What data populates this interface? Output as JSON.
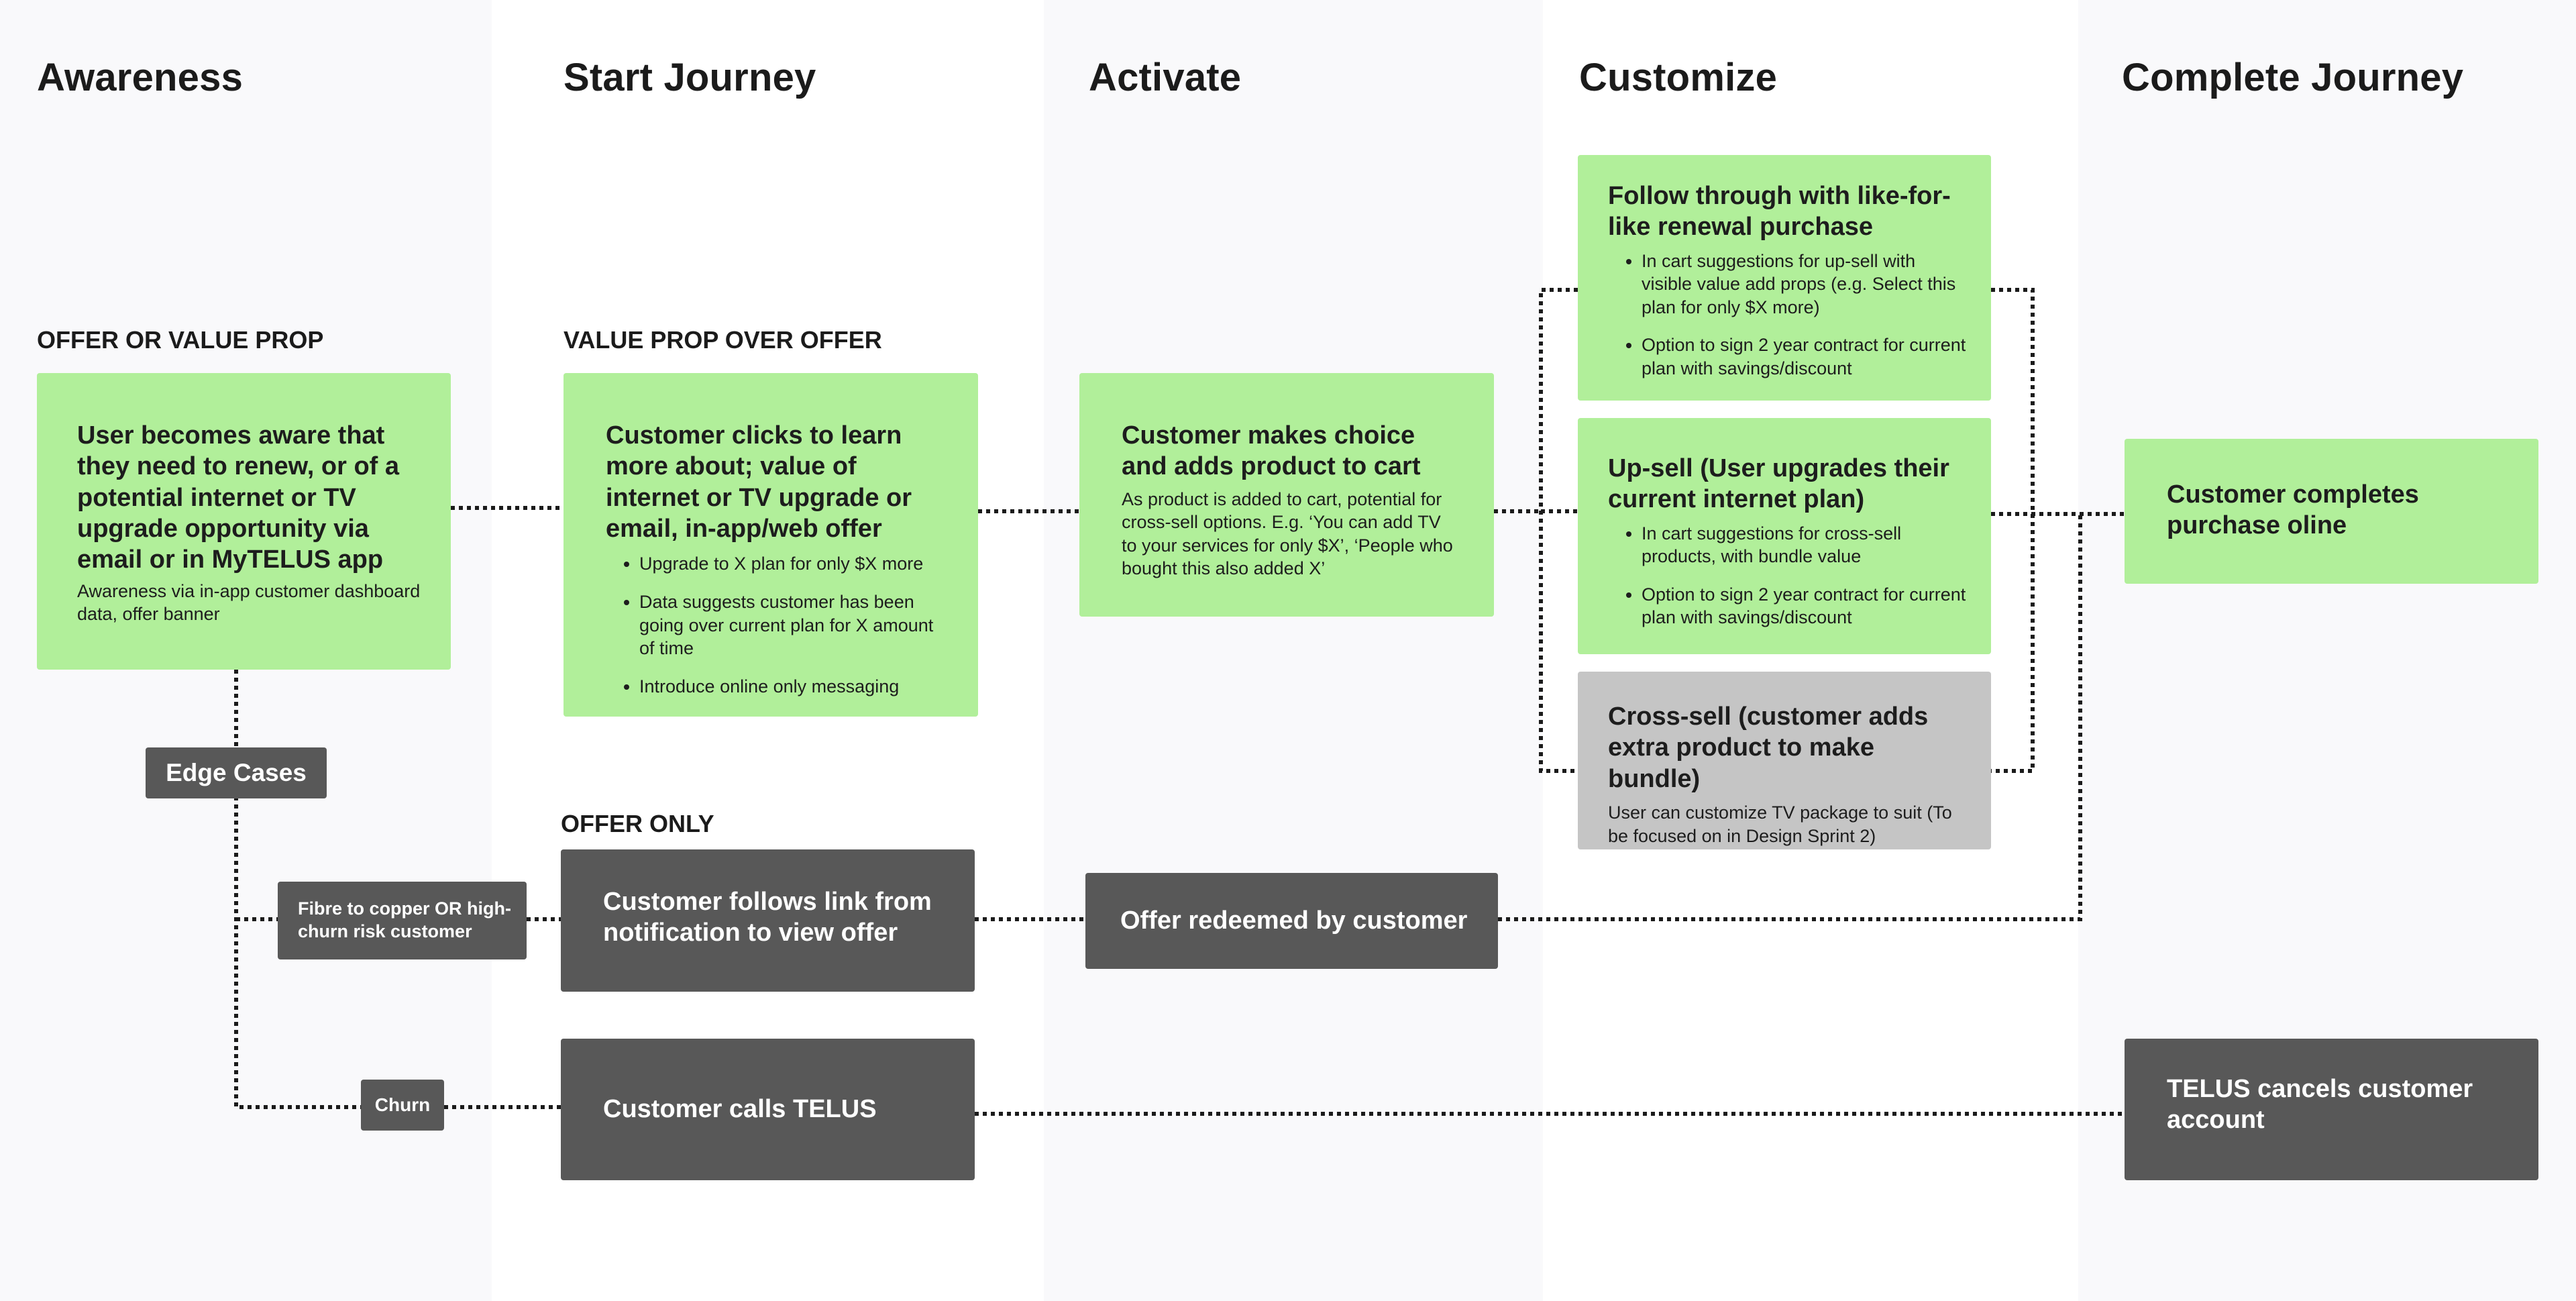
{
  "columns": [
    {
      "title": "Awareness"
    },
    {
      "title": "Start Journey"
    },
    {
      "title": "Activate"
    },
    {
      "title": "Customize"
    },
    {
      "title": "Complete Journey"
    }
  ],
  "labels": {
    "offer_or_value_prop": "OFFER OR VALUE PROP",
    "value_prop_over_offer": "VALUE PROP OVER OFFER",
    "offer_only": "OFFER ONLY"
  },
  "cards": {
    "awareness": {
      "title_parts": [
        "User becomes aware that they need to renew, ",
        "or",
        " of a potential internet or TV upgrade opportunity via email ",
        "or",
        " in MyTELUS app"
      ],
      "body": "Awareness via in-app customer dashboard data, offer banner"
    },
    "start_journey": {
      "title_parts": [
        "Customer clicks to learn more about; value of internet or TV upgrade ",
        "or",
        " email, in-app/web offer"
      ],
      "bullets": [
        "Upgrade to X plan for only $X more",
        "Data suggests customer has been going over current plan for X amount of time",
        "Introduce online only messaging"
      ]
    },
    "activate": {
      "title": "Customer makes choice and adds product to cart",
      "body": "As product is added to cart, potential for cross-sell options. E.g. ‘You can add TV to your services for only $X’, ‘People who bought this also added X’"
    },
    "renewal": {
      "title": "Follow through with like-for-like renewal purchase",
      "bullets": [
        "In cart suggestions for up-sell with visible value add props (e.g. Select this plan for only $X more)",
        "Option to sign 2 year contract for current plan with savings/discount"
      ]
    },
    "upsell": {
      "title": "Up-sell (User upgrades their current internet plan)",
      "bullets": [
        "In cart suggestions for cross-sell products, with bundle value",
        "Option to sign 2 year contract for current plan with savings/discount"
      ]
    },
    "crosssell": {
      "title": "Cross-sell (customer adds extra product to make bundle)",
      "body": "User can customize TV package to suit (To be focused on in Design Sprint 2)"
    },
    "complete": {
      "title": "Customer completes purchase oline"
    },
    "follow_link": {
      "title": "Customer follows link from notification to view offer"
    },
    "offer_redeemed": {
      "title": "Offer redeemed by customer"
    },
    "calls": {
      "title": "Customer calls TELUS"
    },
    "cancels": {
      "title": "TELUS cancels customer account"
    }
  },
  "tags": {
    "edge_cases": "Edge Cases",
    "fibre": "Fibre to copper OR high-churn risk customer",
    "churn": "Churn"
  },
  "colors": {
    "green": "#b1ef9a",
    "gray": "#c5c5c5",
    "dark": "#585858",
    "column_shade": "#f9f9fb",
    "connector": "#1b1b1b"
  }
}
